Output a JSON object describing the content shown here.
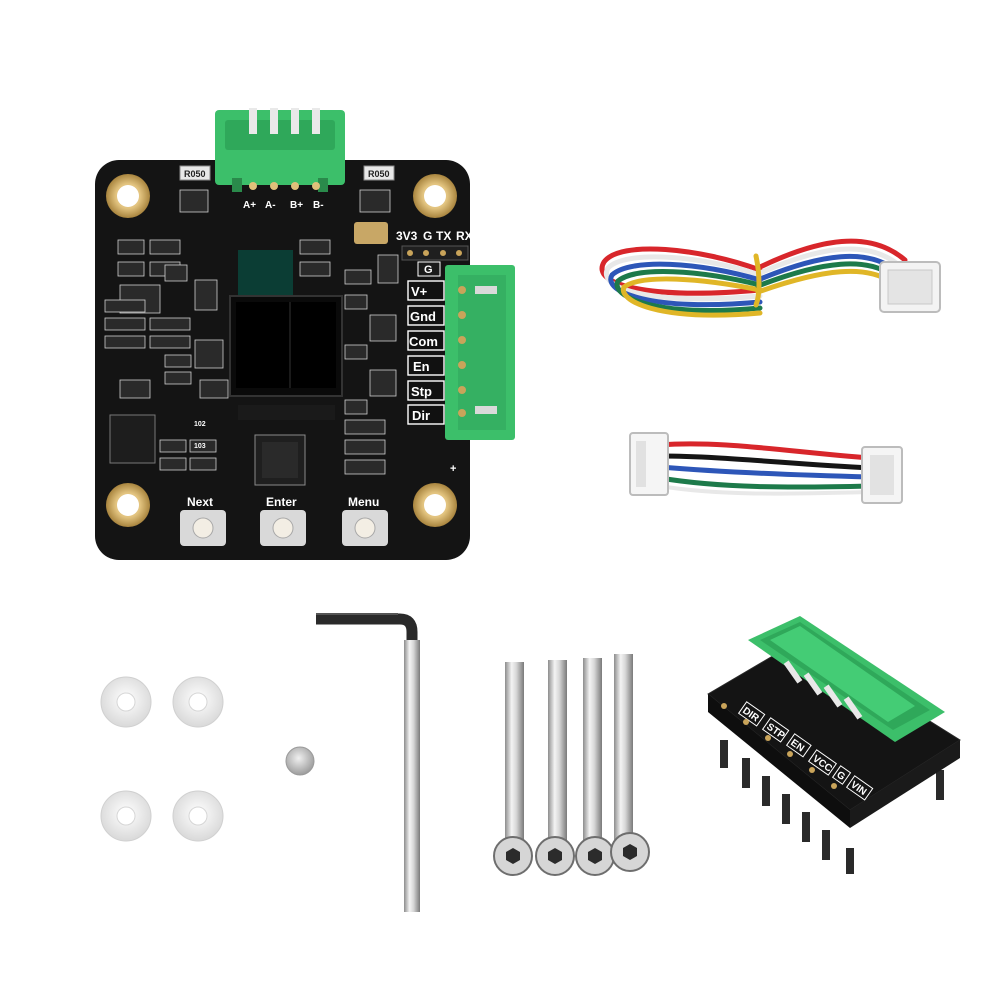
{
  "board": {
    "motor_pins": [
      "A+",
      "A-",
      "B+",
      "B-"
    ],
    "header_pins": [
      "3V3",
      "G",
      "TX",
      "RX"
    ],
    "header_small": "G",
    "resistor_marks": [
      "R050",
      "R050"
    ],
    "side_pins": [
      "V+",
      "Gnd",
      "Com",
      "En",
      "Stp",
      "Dir"
    ],
    "buttons": [
      "Next",
      "Enter",
      "Menu"
    ],
    "ic_marks": [
      "102",
      "103"
    ],
    "polarity_mark": "+"
  },
  "adapter": {
    "pins": [
      "DIR",
      "STP",
      "EN",
      "VCC",
      "G",
      "VIN"
    ]
  },
  "colors": {
    "pcb": "#141414",
    "connector": "#3cbf6a",
    "gold": "#c9a45a",
    "wire_red": "#d8262b",
    "wire_blue": "#2d56b8",
    "wire_green": "#1d7a4a",
    "wire_yellow": "#e0b627",
    "wire_white": "#e8e8e8",
    "wire_black": "#151515"
  },
  "items": [
    "closed-loop-stepper-board",
    "6-pin-cable",
    "4-pin-cable",
    "washers",
    "magnet",
    "hex-key",
    "screws",
    "pin-adapter"
  ]
}
